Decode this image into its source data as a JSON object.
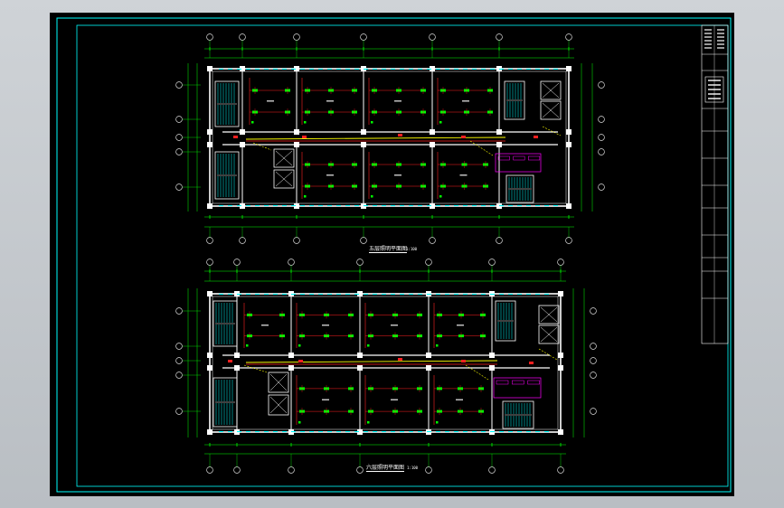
{
  "drawing": {
    "plan_upper": {
      "title": "五层照明平面图",
      "scale": "1:100"
    },
    "plan_lower": {
      "title": "六层照明平面图",
      "scale": "1:100"
    }
  },
  "colors": {
    "background": "#000000",
    "frame": "#00ffff",
    "walls": "#ffffff",
    "dimension": "#00ff00",
    "circuit": "#ff2020",
    "fixture": "#00ff00",
    "corridor": "#ffff00",
    "equipment": "#ff00ff",
    "stair": "#00ffff"
  }
}
